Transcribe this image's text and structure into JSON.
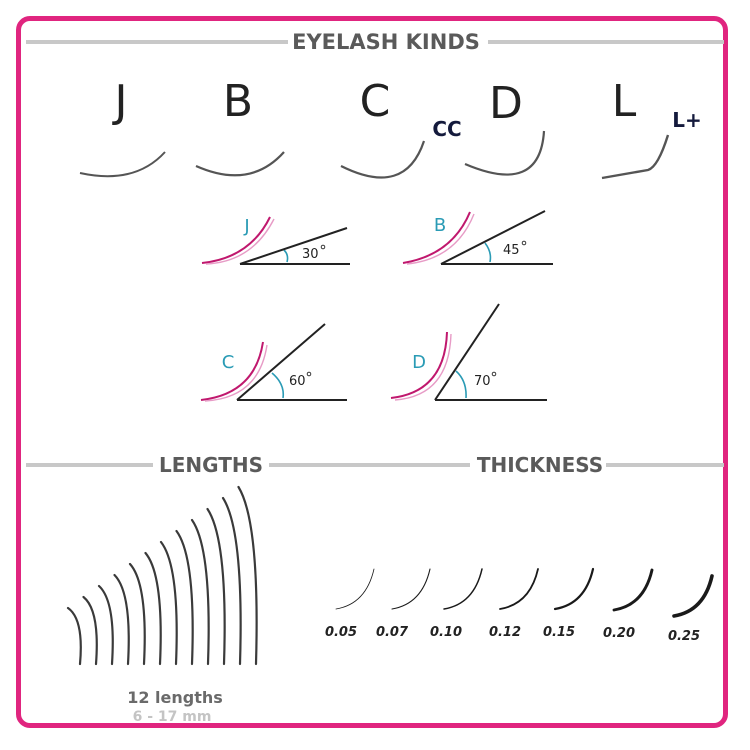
{
  "colors": {
    "frame": "#e0257f",
    "accent_blue": "#2a9bb5",
    "title_grey": "#5a5a5a",
    "rule_grey": "#c8c8c8"
  },
  "header": {
    "title": "EYELASH KINDS"
  },
  "kinds": [
    {
      "letter": "J",
      "sub": ""
    },
    {
      "letter": "B",
      "sub": ""
    },
    {
      "letter": "C",
      "sub": "CC"
    },
    {
      "letter": "D",
      "sub": ""
    },
    {
      "letter": "L",
      "sub": "L+"
    }
  ],
  "angles": [
    {
      "letter": "J",
      "label": "30",
      "degrees": 30
    },
    {
      "letter": "B",
      "label": "45",
      "degrees": 45
    },
    {
      "letter": "C",
      "label": "60",
      "degrees": 60
    },
    {
      "letter": "D",
      "label": "70",
      "degrees": 70
    }
  ],
  "lengths": {
    "title": "LENGTHS",
    "summary": "12 lengths",
    "range": "6 - 17 mm",
    "count": 12
  },
  "thickness": {
    "title": "THICKNESS",
    "values": [
      "0.05",
      "0.07",
      "0.10",
      "0.12",
      "0.15",
      "0.20",
      "0.25"
    ]
  }
}
